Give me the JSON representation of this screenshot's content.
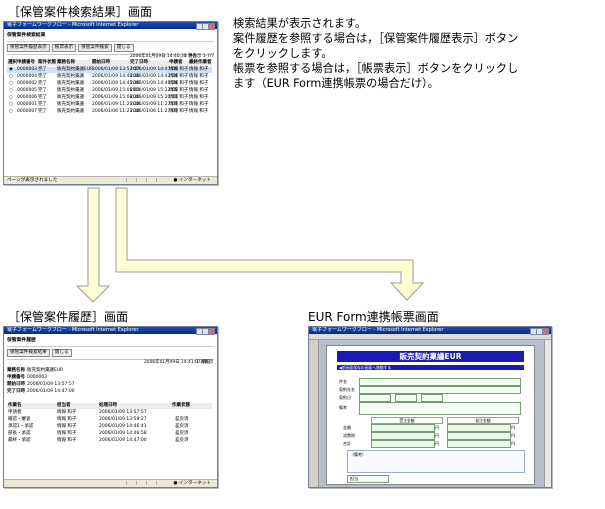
{
  "captions": {
    "search_result": "［保管案件検索結果］画面",
    "history": "［保管案件履歴］画面",
    "eur_form": "EUR Form連携帳票画面"
  },
  "description": [
    "検索結果が表示されます。",
    "案件履歴を参照する場合は，［保管案件履歴表示］ボタン",
    "をクリックします。",
    "帳票を参照する場合は，［帳票表示］ボタンをクリックし",
    "ます（EUR Form連携帳票の場合だけ）。"
  ],
  "window_title": "電子フォームワークフロー - Microsoft Internet Explorer",
  "status_zone": "インターネット",
  "search_window": {
    "heading": "保管案件検索結果",
    "buttons": [
      "保管案件履歴表示",
      "帳票表示",
      "保管案件検索",
      "閉じる"
    ],
    "timestamp": "2006年01月09日 14:40:30 現在",
    "paging": "1 件表示 1-7/7",
    "columns": [
      "選択",
      "申請番号",
      "案件状態",
      "業務名称",
      "開始日時",
      "完了日時",
      "申請者",
      "最終作業者"
    ],
    "rows": [
      [
        "◉",
        "0000003",
        "完了",
        "販売契約稟議EUR",
        "2006/01/09 13:57:57",
        "2006/01/09 14:47:00",
        "情報 和子",
        "情報 和子"
      ],
      [
        "○",
        "0000004",
        "完了",
        "販売契約稟議",
        "2006/01/09 14:40:30",
        "2006/01/09 14:42:24",
        "情報 和子",
        "情報 和子"
      ],
      [
        "○",
        "0000002",
        "完了",
        "販売契約稟議",
        "2006/01/09 14:45:36",
        "2006/01/09 14:46:24",
        "情報 和子",
        "情報 和子"
      ],
      [
        "○",
        "0000005",
        "完了",
        "販売契約稟議",
        "2006/01/09 15:06:02",
        "2006/01/09 15:12:05",
        "情報 和子",
        "情報 和子"
      ],
      [
        "○",
        "0000006",
        "完了",
        "販売契約稟議",
        "2006/01/09 15:08:30",
        "2006/01/09 15:20:17",
        "情報 和子",
        "情報 和子"
      ],
      [
        "○",
        "0000001",
        "完了",
        "販売契約稟議",
        "2006/01/09 11:21:18",
        "2006/01/09 11:27:07",
        "情報 和子",
        "情報 和子"
      ],
      [
        "○",
        "0000007",
        "完了",
        "販売契約稟議",
        "2006/01/06 11:21:18",
        "2006/01/06 11:27:07",
        "情報 和子",
        "情報 和子"
      ]
    ],
    "status_left": "ページが表示されました"
  },
  "history_window": {
    "heading": "保管案件履歴",
    "buttons": [
      "保管案件検索結果",
      "閉じる"
    ],
    "timestamp": "2006年01月09日 14:41:07 現在",
    "paging": "1 再表示",
    "info": [
      [
        "業務名称",
        "販売契約稟議EUR"
      ],
      [
        "申請番号",
        "0000003"
      ],
      [
        "開始日時",
        "2006/01/09 13:57:57"
      ],
      [
        "完了日時",
        "2006/01/09 14:47:00"
      ]
    ],
    "columns": [
      "作業名",
      "担当者",
      "処理日時",
      "作業状態"
    ],
    "rows": [
      [
        "申請者",
        "情報 和子",
        "2006/01/09 13:57:57",
        ""
      ],
      [
        "確認・審査",
        "情報 和子",
        "2006/01/09 13:59:27",
        "差戻済"
      ],
      [
        "承認1・承認",
        "情報 和子",
        "2006/01/09 14:46:41",
        "差戻済"
      ],
      [
        "部長・承認",
        "情報 和子",
        "2006/01/09 14:46:58",
        "差戻済"
      ],
      [
        "最終・承認",
        "情報 和子",
        "2006/01/09 14:47:00",
        "差戻済"
      ]
    ]
  },
  "eur_window": {
    "form_title": "販売契約稟議EUR",
    "nav_label": "◀前画面保存の画面へ移動する",
    "labels": [
      "件名",
      "契約先名",
      "契約日",
      "備考"
    ],
    "columns": [
      "受注金額",
      "発注金額"
    ],
    "item_labels": [
      "金額",
      "消費税",
      "合計"
    ],
    "unit": "円",
    "memo_label": "（備考）",
    "footer_label": "担当"
  }
}
